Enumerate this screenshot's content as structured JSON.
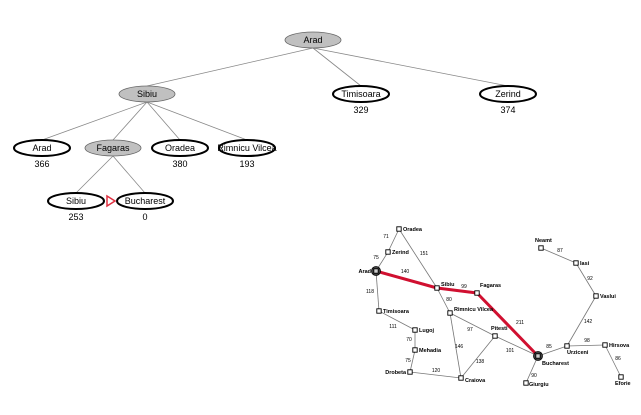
{
  "tree": {
    "nodes": [
      {
        "id": "n-arad-root",
        "label": "Arad",
        "cost": "",
        "expanded": true
      },
      {
        "id": "n-sibiu",
        "label": "Sibiu",
        "cost": "",
        "expanded": true
      },
      {
        "id": "n-timisoara",
        "label": "Timisoara",
        "cost": "329",
        "expanded": false
      },
      {
        "id": "n-zerind",
        "label": "Zerind",
        "cost": "374",
        "expanded": false
      },
      {
        "id": "n-arad-2",
        "label": "Arad",
        "cost": "366",
        "expanded": false
      },
      {
        "id": "n-fagaras",
        "label": "Fagaras",
        "cost": "",
        "expanded": true
      },
      {
        "id": "n-oradea",
        "label": "Oradea",
        "cost": "380",
        "expanded": false
      },
      {
        "id": "n-rimnicu",
        "label": "Rimnicu Vilcea",
        "cost": "193",
        "expanded": false
      },
      {
        "id": "n-sibiu-2",
        "label": "Sibiu",
        "cost": "253",
        "expanded": false
      },
      {
        "id": "n-bucharest",
        "label": "Bucharest",
        "cost": "0",
        "expanded": false
      }
    ],
    "edges": [
      [
        "n-arad-root",
        "n-sibiu"
      ],
      [
        "n-arad-root",
        "n-timisoara"
      ],
      [
        "n-arad-root",
        "n-zerind"
      ],
      [
        "n-sibiu",
        "n-arad-2"
      ],
      [
        "n-sibiu",
        "n-fagaras"
      ],
      [
        "n-sibiu",
        "n-oradea"
      ],
      [
        "n-sibiu",
        "n-rimnicu"
      ],
      [
        "n-fagaras",
        "n-sibiu-2"
      ],
      [
        "n-fagaras",
        "n-bucharest"
      ]
    ],
    "goal_marker": "n-bucharest"
  },
  "map": {
    "cities": [
      {
        "id": "oradea",
        "name": "Oradea"
      },
      {
        "id": "zerind",
        "name": "Zerind"
      },
      {
        "id": "arad",
        "name": "Arad"
      },
      {
        "id": "sibiu",
        "name": "Sibiu"
      },
      {
        "id": "fagaras",
        "name": "Fagaras"
      },
      {
        "id": "timisoara",
        "name": "Timisoara"
      },
      {
        "id": "rimnicu",
        "name": "Rimnicu Vilcea"
      },
      {
        "id": "lugoj",
        "name": "Lugoj"
      },
      {
        "id": "mehadia",
        "name": "Mehadia"
      },
      {
        "id": "drobeta",
        "name": "Drobeta"
      },
      {
        "id": "craiova",
        "name": "Craiova"
      },
      {
        "id": "pitesti",
        "name": "Pitesti"
      },
      {
        "id": "bucharest",
        "name": "Bucharest"
      },
      {
        "id": "giurgiu",
        "name": "Giurgiu"
      },
      {
        "id": "urziceni",
        "name": "Urziceni"
      },
      {
        "id": "hirsova",
        "name": "Hirsova"
      },
      {
        "id": "eforie",
        "name": "Eforie"
      },
      {
        "id": "vaslui",
        "name": "Vaslui"
      },
      {
        "id": "iasi",
        "name": "Iasi"
      },
      {
        "id": "neamt",
        "name": "Neamt"
      }
    ],
    "roads": [
      {
        "from": "oradea",
        "to": "zerind",
        "dist": "71"
      },
      {
        "from": "zerind",
        "to": "arad",
        "dist": "75"
      },
      {
        "from": "oradea",
        "to": "sibiu",
        "dist": "151"
      },
      {
        "from": "arad",
        "to": "sibiu",
        "dist": "140"
      },
      {
        "from": "arad",
        "to": "timisoara",
        "dist": "118"
      },
      {
        "from": "timisoara",
        "to": "lugoj",
        "dist": "111"
      },
      {
        "from": "lugoj",
        "to": "mehadia",
        "dist": "70"
      },
      {
        "from": "mehadia",
        "to": "drobeta",
        "dist": "75"
      },
      {
        "from": "drobeta",
        "to": "craiova",
        "dist": "120"
      },
      {
        "from": "sibiu",
        "to": "fagaras",
        "dist": "99"
      },
      {
        "from": "sibiu",
        "to": "rimnicu",
        "dist": "80"
      },
      {
        "from": "rimnicu",
        "to": "pitesti",
        "dist": "97"
      },
      {
        "from": "rimnicu",
        "to": "craiova",
        "dist": "146"
      },
      {
        "from": "craiova",
        "to": "pitesti",
        "dist": "138"
      },
      {
        "from": "fagaras",
        "to": "bucharest",
        "dist": "211"
      },
      {
        "from": "pitesti",
        "to": "bucharest",
        "dist": "101"
      },
      {
        "from": "bucharest",
        "to": "giurgiu",
        "dist": "90"
      },
      {
        "from": "bucharest",
        "to": "urziceni",
        "dist": "85"
      },
      {
        "from": "urziceni",
        "to": "hirsova",
        "dist": "98"
      },
      {
        "from": "hirsova",
        "to": "eforie",
        "dist": "86"
      },
      {
        "from": "urziceni",
        "to": "vaslui",
        "dist": "142"
      },
      {
        "from": "vaslui",
        "to": "iasi",
        "dist": "92"
      },
      {
        "from": "iasi",
        "to": "neamt",
        "dist": "87"
      }
    ],
    "highlighted_path": [
      "arad",
      "sibiu",
      "fagaras",
      "bucharest"
    ],
    "path_color": "#d01030"
  },
  "colors": {
    "expanded_fill": "#c0c0c0",
    "leaf_fill": "#ffffff",
    "edge": "#888888",
    "goal_marker": "#e03040"
  }
}
